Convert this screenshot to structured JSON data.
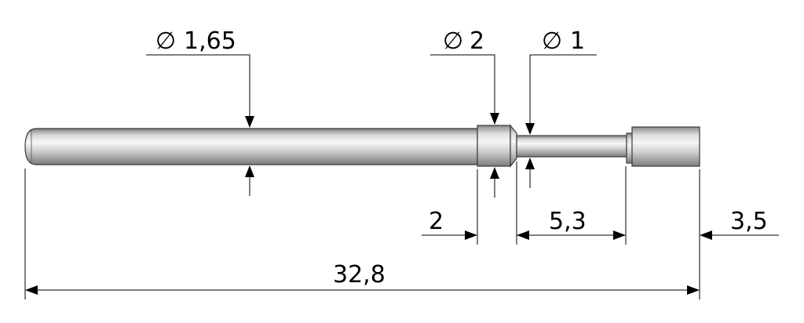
{
  "title": "",
  "part": {
    "description": "stepped pin",
    "colors": {
      "body_light": "#f2f2f2",
      "body_mid": "#c9c9c9",
      "body_dark": "#8a8a8a",
      "outline": "#3a3a3a"
    }
  },
  "dimensions": {
    "diam_shaft": {
      "symbol": "∅",
      "value": "1,65"
    },
    "diam_collar": {
      "symbol": "∅",
      "value": "2"
    },
    "diam_neck": {
      "symbol": "∅",
      "value": "1"
    },
    "len_collar": "2",
    "len_neck": "5,3",
    "len_head": "3,5",
    "len_total": "32,8"
  }
}
